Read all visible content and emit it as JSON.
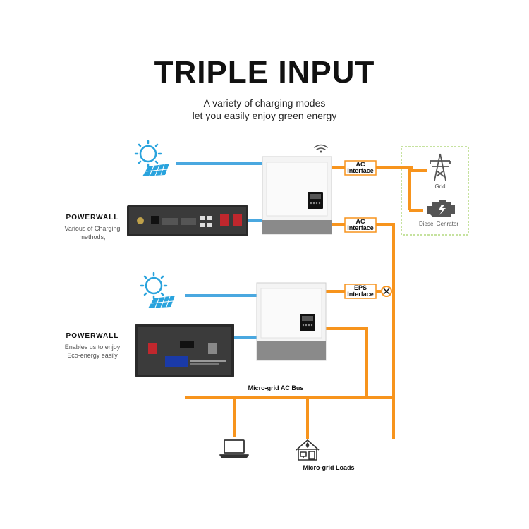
{
  "header": {
    "title": "TRIPLE INPUT",
    "subtitle_line1": "A variety of charging modes",
    "subtitle_line2": "let you easily enjoy green energy"
  },
  "system_top": {
    "battery_name": "POWERWALL",
    "battery_desc_line1": "Various of Charging",
    "battery_desc_line2": "methods,",
    "interface_ac1_line1": "AC",
    "interface_ac1_line2": "Interface",
    "interface_ac2_line1": "AC",
    "interface_ac2_line2": "Interface"
  },
  "system_bottom": {
    "battery_name": "POWERWALL",
    "battery_desc_line1": "Enables us to enjoy",
    "battery_desc_line2": "Eco-energy easily",
    "interface_eps_line1": "EPS",
    "interface_eps_line2": "Interface"
  },
  "sources": {
    "grid_label": "Grid",
    "generator_label": "Diesel Genrator"
  },
  "bus": {
    "label": "Micro-grid AC Bus",
    "loads_label": "Micro-grid Loads"
  },
  "colors": {
    "orange_line": "#f7941d",
    "blue_line": "#4aa8e0",
    "dashed_box": "#8dc63f"
  }
}
